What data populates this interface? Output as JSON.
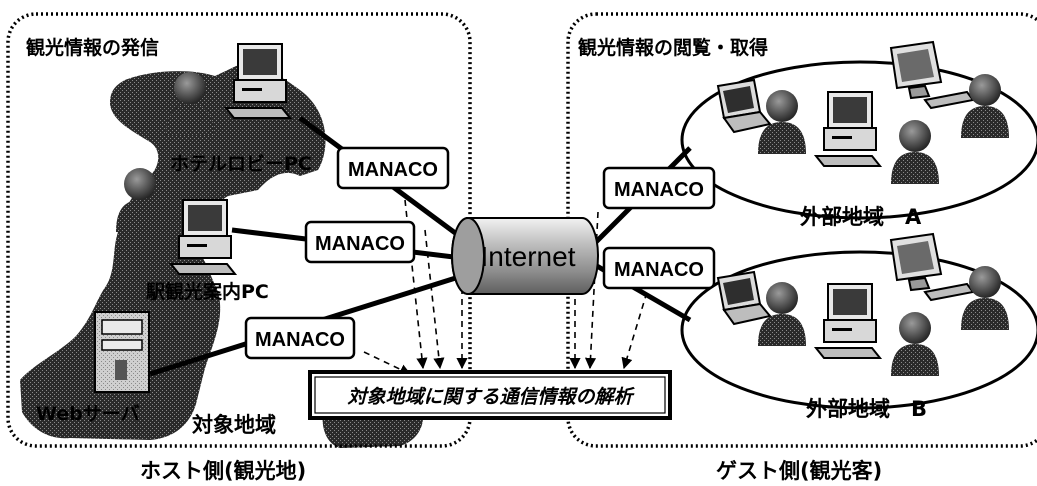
{
  "host": {
    "region_title": "観光情報の発信",
    "caption": "ホスト側(観光地)",
    "area_label": "対象地域",
    "nodes": {
      "hotel": "ホテルロビーPC",
      "station": "駅観光案内PC",
      "web": "Webサーバ"
    }
  },
  "guest": {
    "region_title": "観光情報の閲覧・取得",
    "caption": "ゲスト側(観光客)",
    "area_a": "外部地域　A",
    "area_b": "外部地域　B"
  },
  "network": {
    "internet_label": "Internet"
  },
  "manaco": [
    "MANACO",
    "MANACO",
    "MANACO",
    "MANACO",
    "MANACO"
  ],
  "analysis_label": "対象地域に関する通信情報の解析"
}
